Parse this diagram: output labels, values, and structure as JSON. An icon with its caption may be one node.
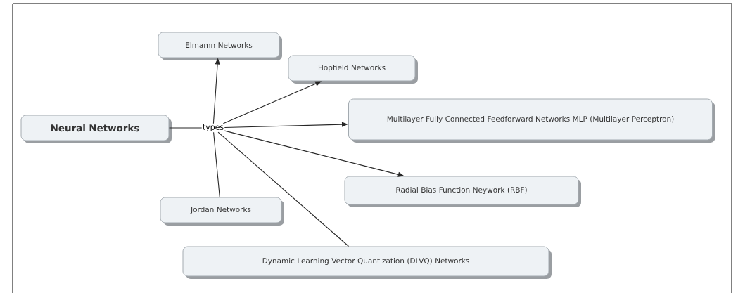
{
  "diagram": {
    "nodes": [
      {
        "text": [
          "Neural Networks"
        ]
      },
      {
        "text": [
          "types"
        ]
      },
      {
        "text": [
          "Elmamn Networks"
        ]
      },
      {
        "text": [
          "Hopfield Networks"
        ]
      },
      {
        "text": [
          "Multilayer Fully Connected Feedforward Networks MLP (Multilayer Perceptron)"
        ]
      },
      {
        "text": [
          "Radial Bias Function Neywork (RBF)"
        ]
      },
      {
        "text": [
          "Jordan Networks"
        ]
      },
      {
        "text": [
          "Dynamic Learning Vector Quantization (DLVQ) Networks"
        ]
      }
    ],
    "edges": [
      {
        "from": 0,
        "to": 1,
        "arrow": "none"
      },
      {
        "from": 1,
        "to": 2,
        "arrow": "to"
      },
      {
        "from": 1,
        "to": 3,
        "arrow": "to"
      },
      {
        "from": 1,
        "to": 4,
        "arrow": "to"
      },
      {
        "from": 1,
        "to": 5,
        "arrow": "to"
      },
      {
        "from": 6,
        "to": 1,
        "arrow": "none"
      },
      {
        "from": 1,
        "to": 7,
        "arrow": "none"
      }
    ]
  }
}
